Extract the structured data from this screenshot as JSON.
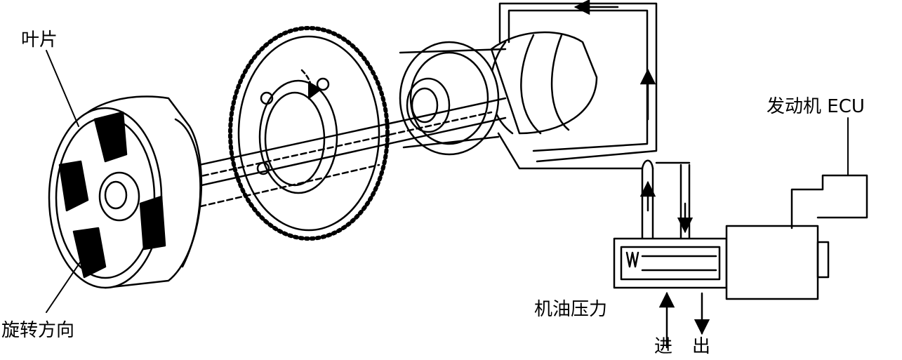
{
  "labels": {
    "blade": "叶片",
    "rotation_direction": "旋转方向",
    "engine_ecu": "发动机 ECU",
    "oil_pressure": "机油压力",
    "inlet": "进",
    "outlet": "出"
  }
}
